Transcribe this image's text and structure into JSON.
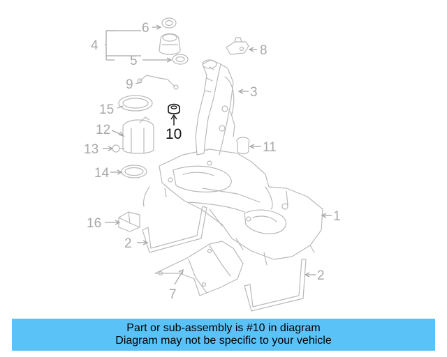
{
  "callouts": [
    "1",
    "2",
    "2",
    "3",
    "4",
    "5",
    "6",
    "7",
    "8",
    "9",
    "10",
    "11",
    "12",
    "13",
    "14",
    "15",
    "16"
  ],
  "highlighted_part": "10",
  "colors": {
    "banner": "#5bc2f7",
    "highlight": "#111111",
    "part_stroke": "#b9b9b9",
    "label": "#a8a8a8"
  },
  "banner": {
    "line1": "Part or sub-assembly is #10 in diagram",
    "line2": "Diagram may not be specific to your vehicle"
  }
}
